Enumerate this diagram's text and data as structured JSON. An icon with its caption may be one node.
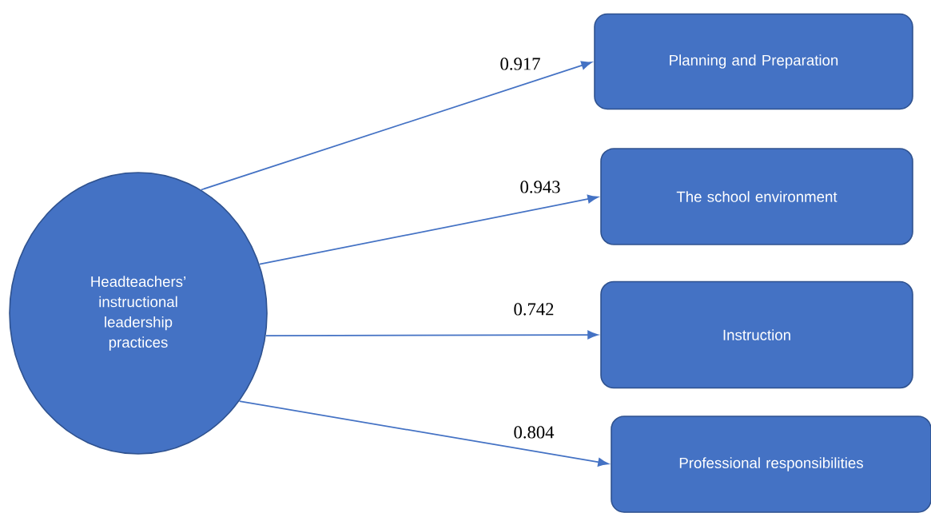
{
  "diagram": {
    "nodes": [
      {
        "text": [
          "Headteachers’ instructional leadership practices"
        ]
      },
      {
        "text": [
          "Planning and Preparation"
        ]
      },
      {
        "text": [
          "The school environment"
        ]
      },
      {
        "text": [
          "Instruction"
        ]
      },
      {
        "text": [
          "Professional responsibilities"
        ]
      }
    ],
    "edges": [
      {
        "from": 0,
        "to": 1,
        "arrow": "to",
        "label": "0.917"
      },
      {
        "from": 0,
        "to": 2,
        "arrow": "to",
        "label": "0.943"
      },
      {
        "from": 0,
        "to": 3,
        "arrow": "to",
        "label": "0.742"
      },
      {
        "from": 0,
        "to": 4,
        "arrow": "to",
        "label": "0.804"
      }
    ]
  }
}
